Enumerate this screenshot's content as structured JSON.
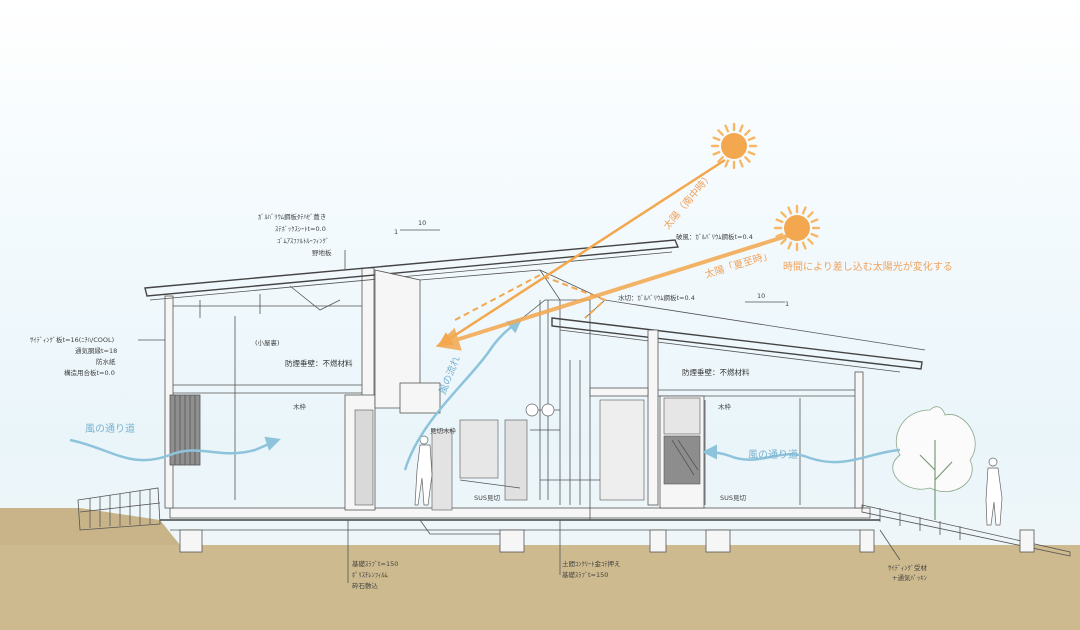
{
  "colors": {
    "ground": "#c8b488",
    "sky": "#eaf5fa",
    "wind": "#8ec3dc",
    "sun": "#f3a74e",
    "sunray": "#f6b866",
    "line": "#555555"
  },
  "scale_markers": [
    {
      "a": "1",
      "b": "10"
    },
    {
      "a": "10",
      "b": "1"
    }
  ],
  "roof_labels": {
    "left_stack": [
      "ｶﾞﾙﾊﾞﾘｳﾑ鋼板ﾀﾃﾊｾﾞ葺き",
      "ｽﾃﾎﾞｯｸｽｼｰﾄt=0.0",
      "ｺﾞﾑｱｽﾌｧﾙﾄﾙｰﾌｨﾝｸﾞ",
      "野地板"
    ],
    "eave_top": "破風：ｶﾞﾙﾊﾞﾘｳﾑ鋼板t=0.4",
    "eave_mid": "水切：ｶﾞﾙﾊﾞﾘｳﾑ鋼板t=0.4"
  },
  "wall_labels": [
    "ｻｲﾃﾞｨﾝｸﾞ板t=16(ﾆﾁﾊ/COOL)",
    "通気胴縁t=18",
    "防水紙",
    "構造用合板t=0.0"
  ],
  "interior_labels": {
    "attic": "(小屋裏)",
    "fire_left": "防煙垂壁：不燃材料",
    "fire_right": "防煙垂壁：不燃材料",
    "wood_left": "木枠",
    "wood_right": "木枠",
    "wood_visible": "見切木枠",
    "sus_left": "SUS見切",
    "sus_right": "SUS見切"
  },
  "foundation_labels": {
    "left": [
      "基礎ｽﾗﾌﾞt=150",
      "ﾎﾟﾘｽﾁﾚﾝﾌｨﾙﾑ",
      "砕石敷込"
    ],
    "center": [
      "土間ｺﾝｸﾘｰﾄ金ｺﾃ押え",
      "基礎ｽﾗﾌﾞt=150"
    ],
    "right": [
      "ｻｲﾃﾞｨﾝｸﾞ受材",
      "+通気ﾊﾟｯｷﾝ"
    ]
  },
  "wind": {
    "left_label": "風の通り道",
    "right_label": "風の通り道",
    "center_label": "風の流れ"
  },
  "sun": {
    "high_label": "太陽（南中時）",
    "low_label": "太陽「夏至時」",
    "note": "時間により差し込む太陽光が変化する"
  }
}
